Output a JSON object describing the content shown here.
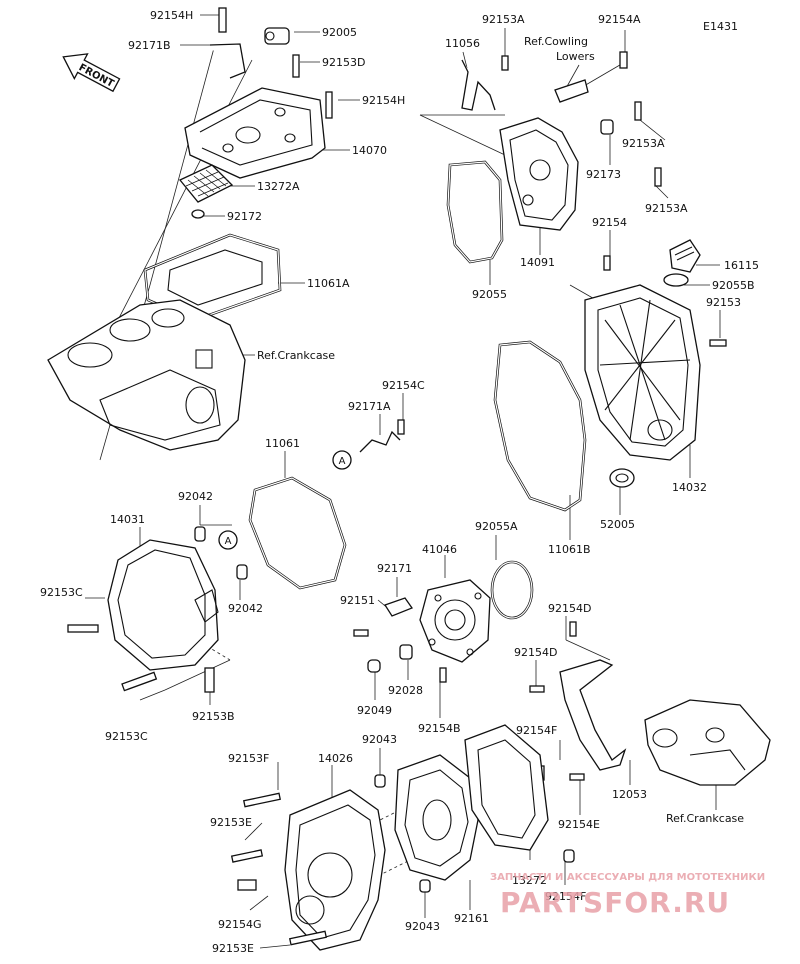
{
  "code": "E1431",
  "front_label": "FRONT",
  "callout_a": "A",
  "labels": [
    {
      "id": "l01",
      "text": "92154H"
    },
    {
      "id": "l02",
      "text": "92005"
    },
    {
      "id": "l03",
      "text": "92171B"
    },
    {
      "id": "l04",
      "text": "92153D"
    },
    {
      "id": "l05",
      "text": "92154H"
    },
    {
      "id": "l06",
      "text": "14070"
    },
    {
      "id": "l07",
      "text": "13272A"
    },
    {
      "id": "l08",
      "text": "92172"
    },
    {
      "id": "l09",
      "text": "11061A"
    },
    {
      "id": "l10",
      "text": "Ref.Crankcase"
    },
    {
      "id": "l11",
      "text": "92153A"
    },
    {
      "id": "l12",
      "text": "11056"
    },
    {
      "id": "l13",
      "text": "Ref.Cowling"
    },
    {
      "id": "l14",
      "text": "Lowers"
    },
    {
      "id": "l15",
      "text": "92154A"
    },
    {
      "id": "l16",
      "text": "92153A"
    },
    {
      "id": "l17",
      "text": "92173"
    },
    {
      "id": "l18",
      "text": "92153A"
    },
    {
      "id": "l19",
      "text": "14091"
    },
    {
      "id": "l20",
      "text": "92055"
    },
    {
      "id": "l21",
      "text": "92154"
    },
    {
      "id": "l22",
      "text": "16115"
    },
    {
      "id": "l23",
      "text": "92055B"
    },
    {
      "id": "l24",
      "text": "92153"
    },
    {
      "id": "l25",
      "text": "92154C"
    },
    {
      "id": "l26",
      "text": "92171A"
    },
    {
      "id": "l27",
      "text": "11061"
    },
    {
      "id": "l28",
      "text": "14032"
    },
    {
      "id": "l29",
      "text": "52005"
    },
    {
      "id": "l30",
      "text": "11061B"
    },
    {
      "id": "l31",
      "text": "14031"
    },
    {
      "id": "l32",
      "text": "92042"
    },
    {
      "id": "l33",
      "text": "92153C"
    },
    {
      "id": "l34",
      "text": "92042"
    },
    {
      "id": "l35",
      "text": "92153C"
    },
    {
      "id": "l36",
      "text": "92153B"
    },
    {
      "id": "l37",
      "text": "92055A"
    },
    {
      "id": "l38",
      "text": "41046"
    },
    {
      "id": "l39",
      "text": "92171"
    },
    {
      "id": "l40",
      "text": "92151"
    },
    {
      "id": "l41",
      "text": "92028"
    },
    {
      "id": "l42",
      "text": "92049"
    },
    {
      "id": "l43",
      "text": "92154B"
    },
    {
      "id": "l44",
      "text": "92154D"
    },
    {
      "id": "l45",
      "text": "92154D"
    },
    {
      "id": "l46",
      "text": "92154F"
    },
    {
      "id": "l47",
      "text": "12053"
    },
    {
      "id": "l48",
      "text": "92154E"
    },
    {
      "id": "l49",
      "text": "Ref.Crankcase"
    },
    {
      "id": "l50",
      "text": "92153F"
    },
    {
      "id": "l51",
      "text": "14026"
    },
    {
      "id": "l52",
      "text": "92043"
    },
    {
      "id": "l53",
      "text": "92153E"
    },
    {
      "id": "l54",
      "text": "13272"
    },
    {
      "id": "l55",
      "text": "92154F"
    },
    {
      "id": "l56",
      "text": "92154G"
    },
    {
      "id": "l57",
      "text": "92043"
    },
    {
      "id": "l58",
      "text": "92161"
    },
    {
      "id": "l59",
      "text": "92153E"
    }
  ],
  "watermark": {
    "subtitle": "ЗАПЧАСТИ И АКСЕССУАРЫ ДЛЯ МОТОТЕХНИКИ",
    "brand": "PARTSFOR.RU",
    "color": "#e8a0a8"
  }
}
